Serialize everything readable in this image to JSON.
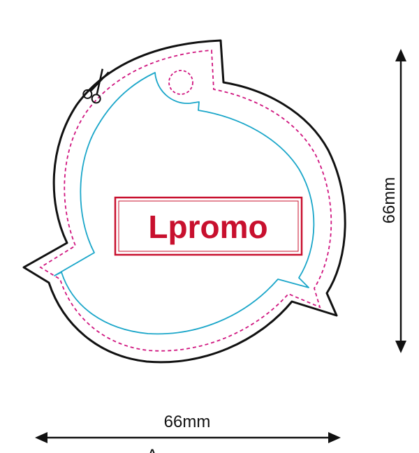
{
  "logo": {
    "text": "Lpromo",
    "color": "#c8102e"
  },
  "dimensions": {
    "width_label": "66mm",
    "height_label": "66mm",
    "footer_letter": "A"
  },
  "colors": {
    "cut_line": "#111111",
    "bleed_line": "#d0157f",
    "safe_line": "#1aa6c9",
    "arrow": "#111111"
  },
  "icons": {
    "cut_marker": "scissors-icon"
  }
}
